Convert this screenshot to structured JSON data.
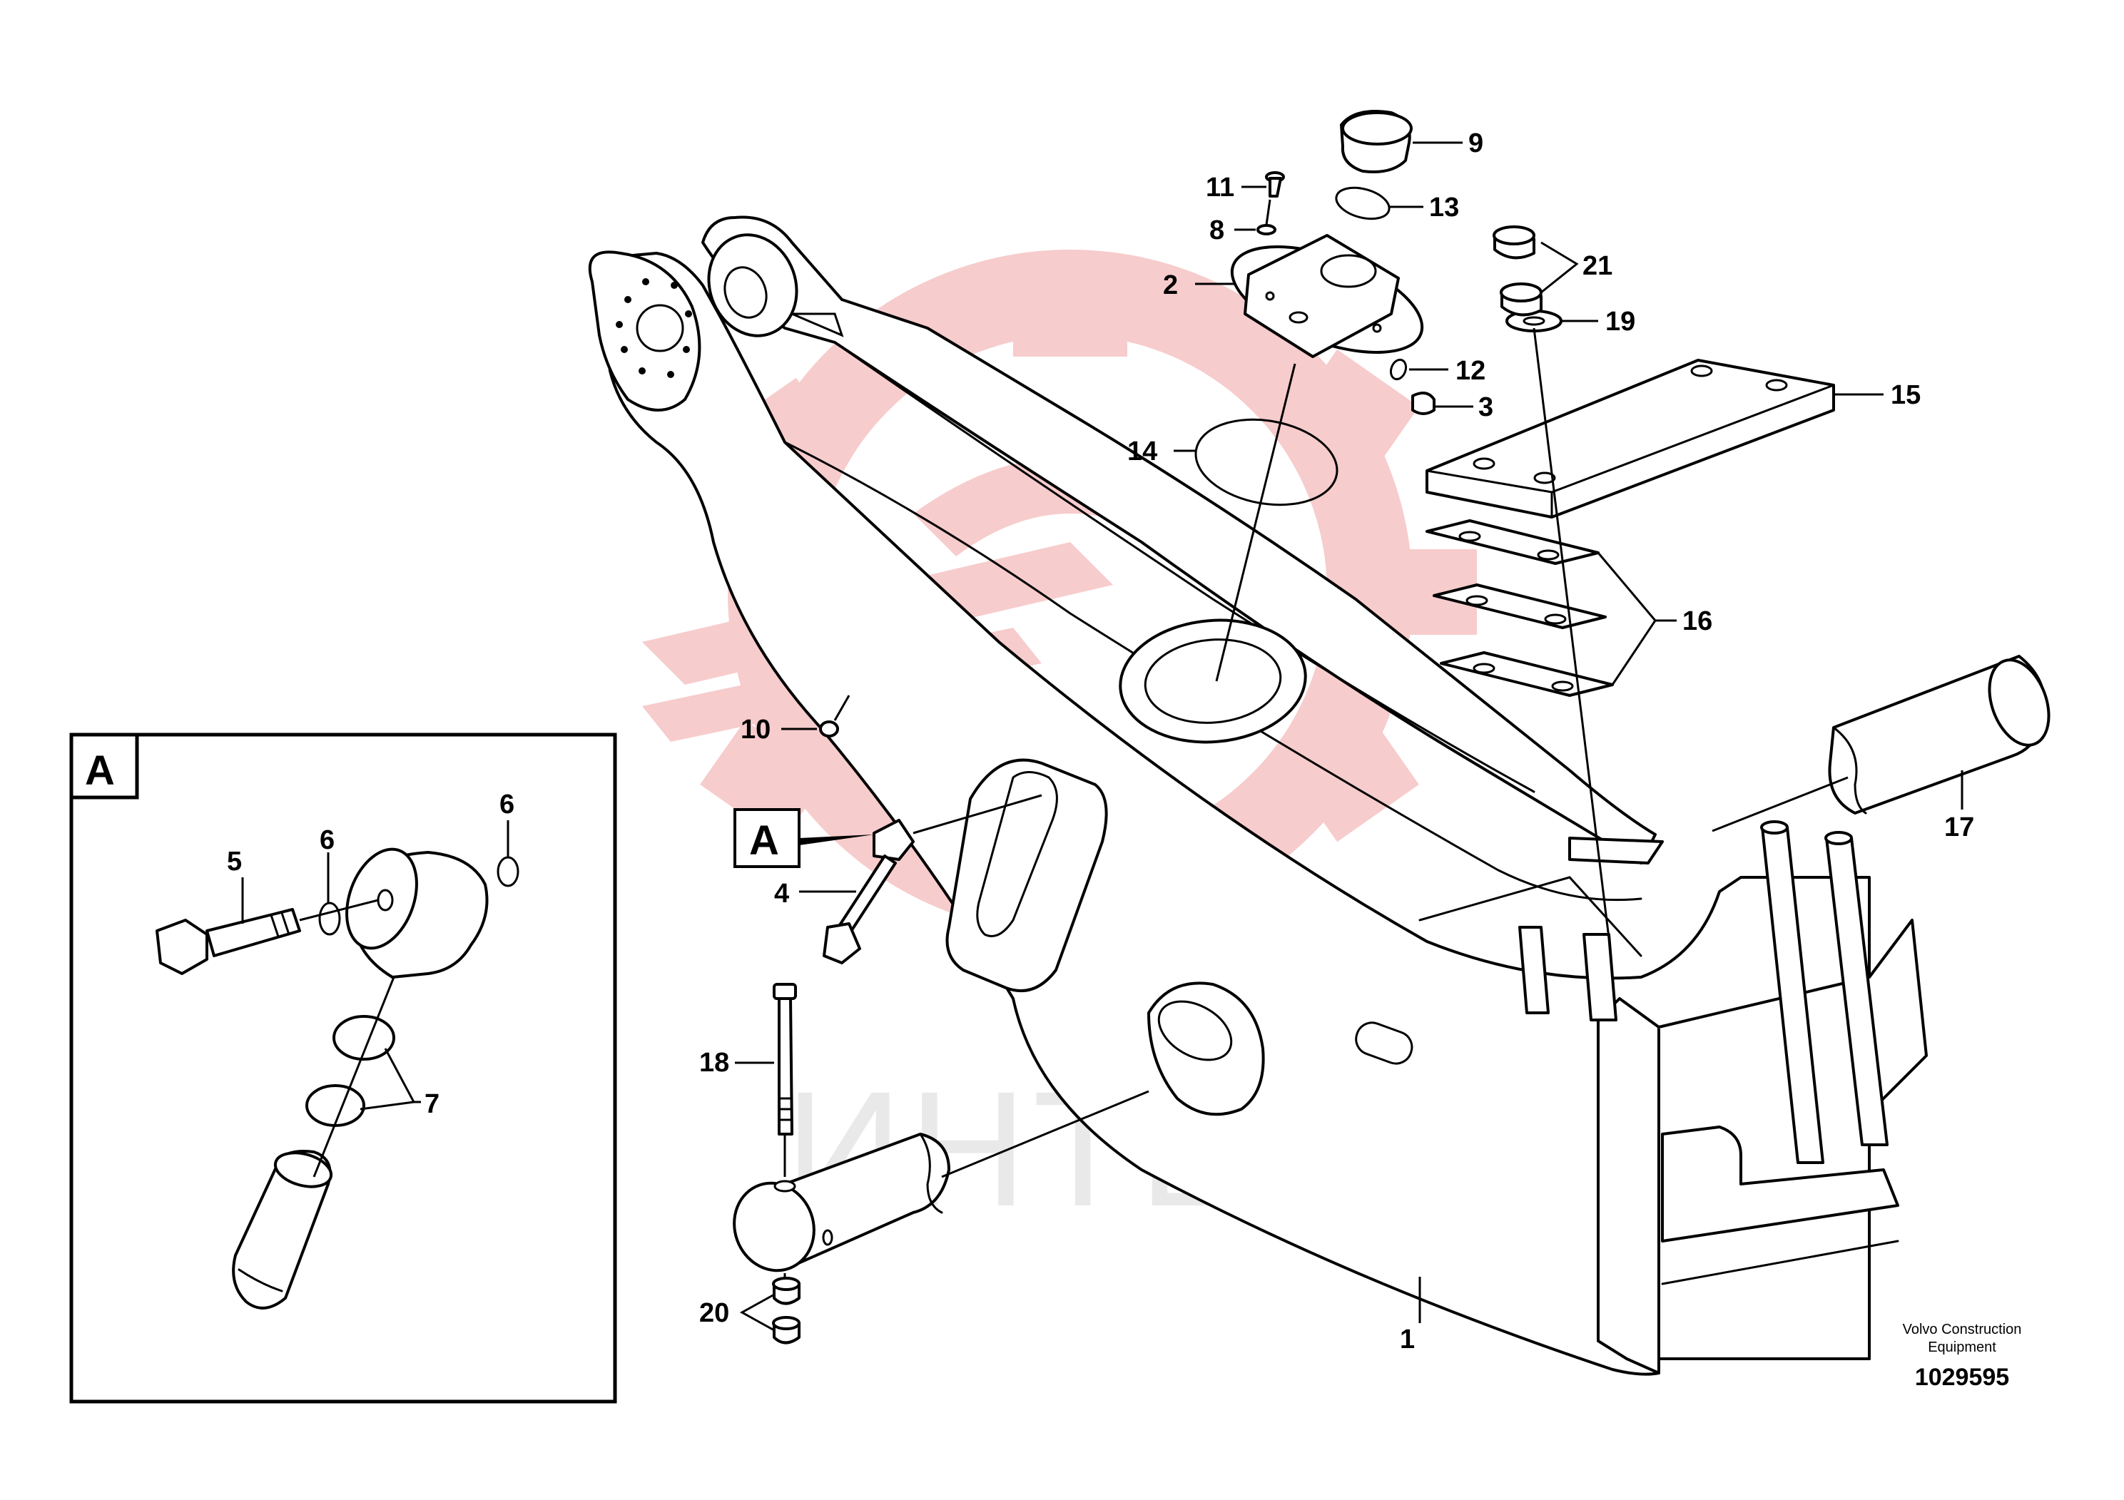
{
  "callouts": {
    "c1": "1",
    "c2": "2",
    "c3": "3",
    "c4": "4",
    "c5": "5",
    "c6a": "6",
    "c6b": "6",
    "c7": "7",
    "c8": "8",
    "c9": "9",
    "c10": "10",
    "c11": "11",
    "c12": "12",
    "c13": "13",
    "c14": "14",
    "c15": "15",
    "c16": "16",
    "c17": "17",
    "c18": "18",
    "c19": "19",
    "c20": "20",
    "c21": "21"
  },
  "detail": {
    "letter": "A",
    "ref_letter": "A"
  },
  "credit": {
    "line1": "Volvo Construction",
    "line2": "Equipment",
    "number": "1029595"
  },
  "watermark": {
    "text": "ИНТЕХ",
    "color": "#f4cccc"
  }
}
